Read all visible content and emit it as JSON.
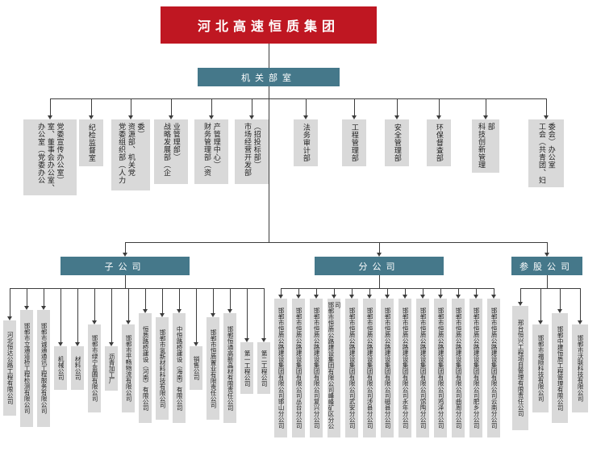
{
  "colors": {
    "red": "#bf1722",
    "teal": "#45788a",
    "gray": "#d9d9d9",
    "line": "#3d3d3d",
    "text": "#1f1f1f",
    "bg": "#ffffff"
  },
  "root": {
    "label": "河北高速恒质集团"
  },
  "tier1": {
    "label": "机关部室"
  },
  "departments": [
    {
      "label": "办公室（党委办公室、董事会办公室、党委宣传办公室）"
    },
    {
      "label": "纪检监督室"
    },
    {
      "label": "党委组织部（人力资源部、机关党委）"
    },
    {
      "label": "战略发展部（企业管理部）"
    },
    {
      "label": "财务管理部（资产管理中心）"
    },
    {
      "label": "市场经营开发部（招投标部）"
    },
    {
      "label": "法务审计部"
    },
    {
      "label": "工程管理部"
    },
    {
      "label": "安全管理部"
    },
    {
      "label": "环保督查部"
    },
    {
      "label": "科技创新管理部"
    },
    {
      "label": "工会（共青团、妇委会）办公室"
    }
  ],
  "groups": [
    {
      "label": "子公司",
      "children": [
        "河北恒达公路工程有限公司",
        "邯郸市立通道桥工程检测有限公司",
        "邯郸市诚通通讯工程服务有限公司",
        "机械公司",
        "材料公司",
        "邯郸市绿宁苗圃有限公司",
        "沥青加工厂",
        "邯郸市平畅物流有限公司",
        "恒质路桥建设（河南）有限公司",
        "邯郸市氢新材料科技有限公司",
        "中恒路桥建设（海南）有限公司",
        "销售公司",
        "邯郸市恒质置业有限责任公司",
        "邯郸恒通高新晶材有限责任公司",
        "第一工程公司",
        "第二工程公司"
      ]
    },
    {
      "label": "分公司",
      "children": [
        "邯郸市恒质公路建设集团有限公司邯山分公司",
        "邯郸市恒质公路建设集团有限公司丛台分公司",
        "邯郸市恒质公路建设集团有限公司复兴分公司",
        "邯郸市恒质公路建设集团有限公司峰峰矿区分公司",
        "邯郸市恒质公路建设集团有限公司武安分公司",
        "邯郸市恒质公路建设集团有限公司涉县分公司",
        "邯郸市恒质公路建设集团有限公司磁县分公司",
        "邯郸市恒质公路建设集团有限公司永年分公司",
        "邯郸市恒质公路建设集团有限公司馆陶分公司",
        "邯郸市恒质公路建设集团有限公司鸡泽分公司",
        "邯郸市恒质公路建设集团有限公司曲周分公司",
        "邯郸市恒质公路建设集团有限公司肥乡分公司",
        "邯郸市恒质公路建设集团有限公司云南分公司"
      ]
    },
    {
      "label": "参股公司",
      "children": [
        "邢台恒兴工程项目管理有限责任公司",
        "邯郸市福顺科技有限公司",
        "邯郸中建恒质工程管理有限公司",
        "邯郸市沃联科技有限公司"
      ]
    }
  ]
}
